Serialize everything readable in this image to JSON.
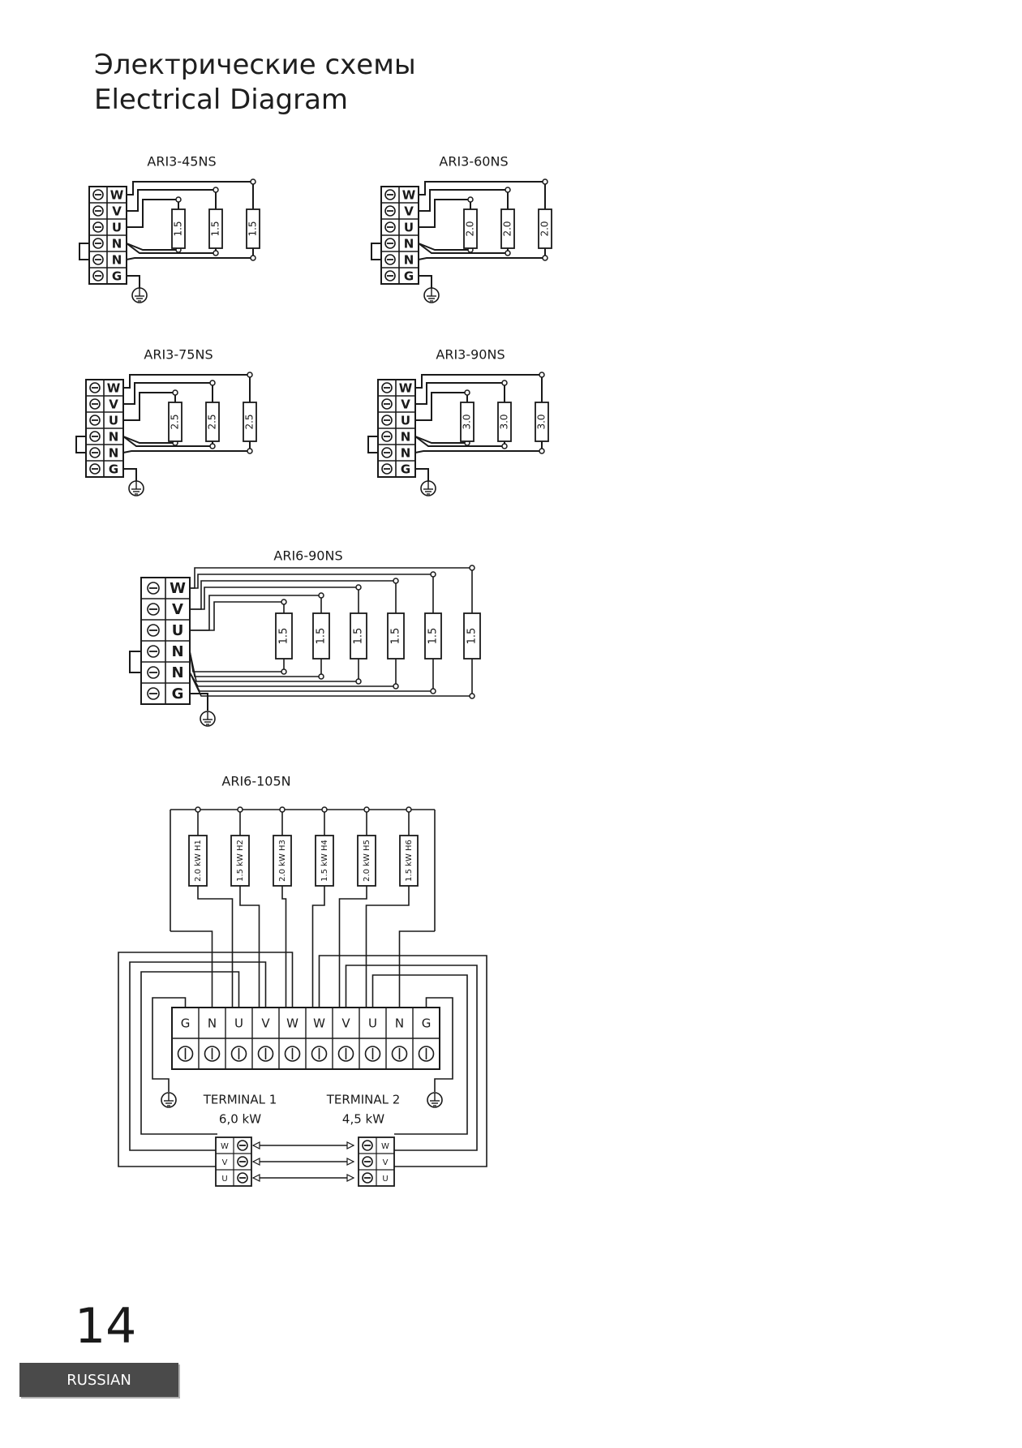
{
  "titles": {
    "ru": "Электрические схемы",
    "en": "Electrical Diagram"
  },
  "terminal_symbols": [
    "W",
    "V",
    "U",
    "N",
    "N",
    "G"
  ],
  "small_diagrams": [
    {
      "model": "ARI3-45NS",
      "heater_labels": [
        "1.5",
        "1.5",
        "1.5"
      ]
    },
    {
      "model": "ARI3-60NS",
      "heater_labels": [
        "2.0",
        "2.0",
        "2.0"
      ]
    },
    {
      "model": "ARI3-75NS",
      "heater_labels": [
        "2.5",
        "2.5",
        "2.5"
      ]
    },
    {
      "model": "ARI3-90NS",
      "heater_labels": [
        "3.0",
        "3.0",
        "3.0"
      ]
    }
  ],
  "large_diagram": {
    "model": "ARI6-90NS",
    "heater_labels": [
      "1.5",
      "1.5",
      "1.5",
      "1.5",
      "1.5",
      "1.5"
    ]
  },
  "dual_diagram": {
    "model": "ARI6-105N",
    "heater_labels": [
      "2.0 kW H1",
      "1.5 kW H2",
      "2.0 kW H3",
      "1.5 kW H4",
      "2.0 kW H5",
      "1.5 kW H6"
    ],
    "terminal_labels": [
      "G",
      "N",
      "U",
      "V",
      "W",
      "W",
      "V",
      "U",
      "N",
      "G"
    ],
    "terminal1": {
      "name": "TERMINAL 1",
      "power": "6,0 kW"
    },
    "terminal2": {
      "name": "TERMINAL 2",
      "power": "4,5 kW"
    },
    "link_labels": [
      "W",
      "V",
      "U"
    ]
  },
  "footer": {
    "page_number": "14",
    "language": "RUSSIAN"
  }
}
